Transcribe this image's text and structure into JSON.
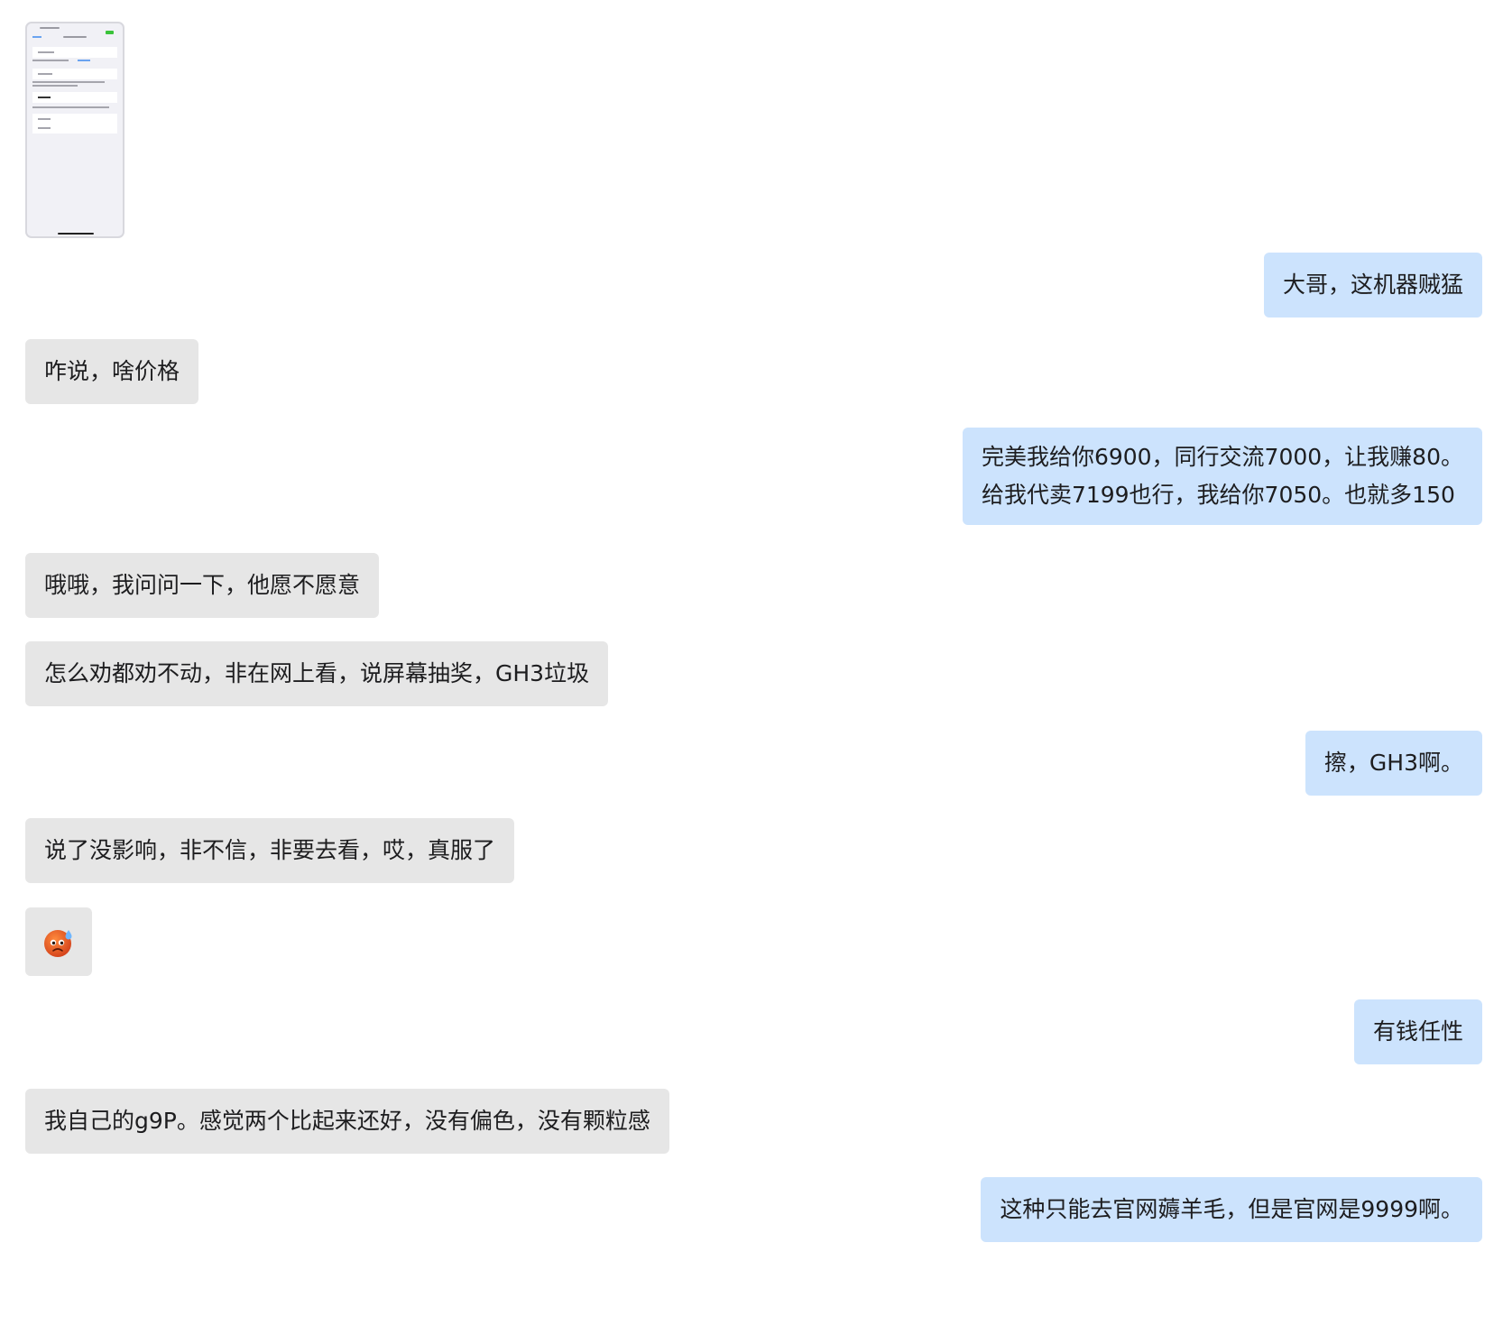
{
  "messages": [
    {
      "side": "right",
      "text": "大哥，这机器贼猛"
    },
    {
      "side": "left",
      "text": "咋说，啥价格"
    },
    {
      "side": "right",
      "lines": [
        "完美我给你6900，同行交流7000，让我赚80。",
        "给我代卖7199也行，我给你7050。也就多150"
      ]
    },
    {
      "side": "left",
      "text": "哦哦，我问问一下，他愿不愿意"
    },
    {
      "side": "left",
      "text": "怎么劝都劝不动，非在网上看，说屏幕抽奖，GH3垃圾"
    },
    {
      "side": "right",
      "text": "擦，GH3啊。"
    },
    {
      "side": "left",
      "text": "说了没影响，非不信，非要去看，哎，真服了"
    },
    {
      "side": "left",
      "emoji": "sweat-frown-emoji"
    },
    {
      "side": "right",
      "text": "有钱任性"
    },
    {
      "side": "left",
      "text": "我自己的g9P。感觉两个比起来还好，没有偏色，没有颗粒感"
    },
    {
      "side": "right",
      "text": "这种只能去官网薅羊毛，但是官网是9999啊。"
    }
  ],
  "colors": {
    "incoming_bubble": "#e6e6e6",
    "outgoing_bubble": "#cce3fd",
    "text": "#1d1d1f"
  }
}
